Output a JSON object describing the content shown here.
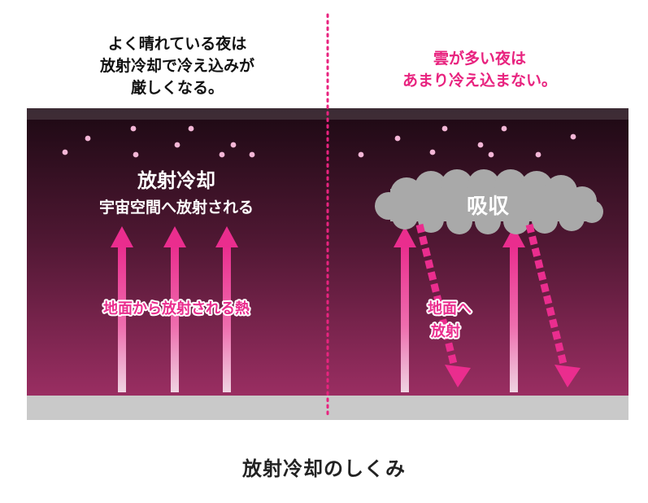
{
  "left": {
    "heading": [
      "よく晴れている夜は",
      "放射冷却で冷え込みが",
      "厳しくなる。"
    ],
    "title": "放射冷却",
    "subtitle": "宇宙空間へ放射される",
    "arrow_label": "地面から放射される熱"
  },
  "right": {
    "heading": [
      "雲が多い夜は",
      "あまり冷え込まない。"
    ],
    "cloud_label": "吸収",
    "arrow_label": [
      "地面へ",
      "放射"
    ]
  },
  "caption": "放射冷却のしくみ",
  "colors": {
    "sky_top": "#1c0913",
    "sky_bottom": "#9a2e62",
    "arrow": "#ea2d8e",
    "heading_right": "#e8237f",
    "ground": "#c9c9c9",
    "star": "#f3b6d6",
    "cloud": "#a9a9a9"
  }
}
